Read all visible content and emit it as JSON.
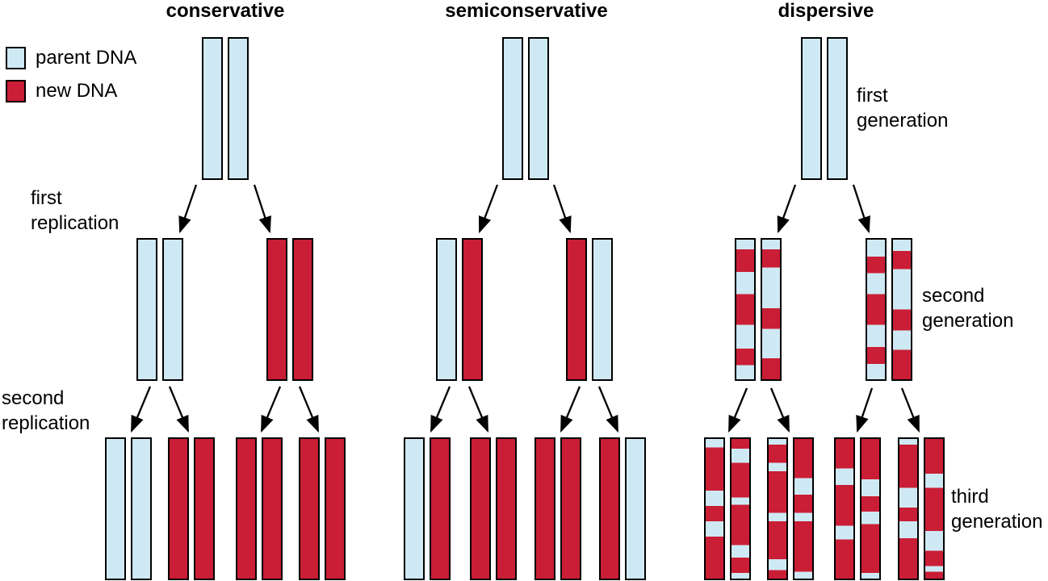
{
  "colors": {
    "parent": "#cfe9f4",
    "new": "#c91e35",
    "outline": "#000000",
    "background": "#ffffff",
    "text": "#000000"
  },
  "legend": {
    "items": [
      {
        "key": "parent",
        "label": "parent DNA"
      },
      {
        "key": "new",
        "label": "new DNA"
      }
    ]
  },
  "column_titles": [
    "conservative",
    "semiconservative",
    "dispersive"
  ],
  "labels": {
    "first_replication": "first\nreplication",
    "second_replication": "second\nreplication",
    "first_generation": "first\ngeneration",
    "second_generation": "second\ngeneration",
    "third_generation": "third\ngeneration"
  },
  "columns": [
    {
      "title": "conservative",
      "generations": [
        {
          "name": "first generation",
          "molecules": [
            {
              "strands": [
                [
                  {
                    "c": "parent",
                    "f": 1
                  }
                ],
                [
                  {
                    "c": "parent",
                    "f": 1
                  }
                ]
              ]
            }
          ]
        },
        {
          "name": "second generation",
          "molecules": [
            {
              "strands": [
                [
                  {
                    "c": "parent",
                    "f": 1
                  }
                ],
                [
                  {
                    "c": "parent",
                    "f": 1
                  }
                ]
              ]
            },
            {
              "strands": [
                [
                  {
                    "c": "new",
                    "f": 1
                  }
                ],
                [
                  {
                    "c": "new",
                    "f": 1
                  }
                ]
              ]
            }
          ]
        },
        {
          "name": "third generation",
          "molecules": [
            {
              "strands": [
                [
                  {
                    "c": "parent",
                    "f": 1
                  }
                ],
                [
                  {
                    "c": "parent",
                    "f": 1
                  }
                ]
              ]
            },
            {
              "strands": [
                [
                  {
                    "c": "new",
                    "f": 1
                  }
                ],
                [
                  {
                    "c": "new",
                    "f": 1
                  }
                ]
              ]
            },
            {
              "strands": [
                [
                  {
                    "c": "new",
                    "f": 1
                  }
                ],
                [
                  {
                    "c": "new",
                    "f": 1
                  }
                ]
              ]
            },
            {
              "strands": [
                [
                  {
                    "c": "new",
                    "f": 1
                  }
                ],
                [
                  {
                    "c": "new",
                    "f": 1
                  }
                ]
              ]
            }
          ]
        }
      ]
    },
    {
      "title": "semiconservative",
      "generations": [
        {
          "name": "first generation",
          "molecules": [
            {
              "strands": [
                [
                  {
                    "c": "parent",
                    "f": 1
                  }
                ],
                [
                  {
                    "c": "parent",
                    "f": 1
                  }
                ]
              ]
            }
          ]
        },
        {
          "name": "second generation",
          "molecules": [
            {
              "strands": [
                [
                  {
                    "c": "parent",
                    "f": 1
                  }
                ],
                [
                  {
                    "c": "new",
                    "f": 1
                  }
                ]
              ]
            },
            {
              "strands": [
                [
                  {
                    "c": "new",
                    "f": 1
                  }
                ],
                [
                  {
                    "c": "parent",
                    "f": 1
                  }
                ]
              ]
            }
          ]
        },
        {
          "name": "third generation",
          "molecules": [
            {
              "strands": [
                [
                  {
                    "c": "parent",
                    "f": 1
                  }
                ],
                [
                  {
                    "c": "new",
                    "f": 1
                  }
                ]
              ]
            },
            {
              "strands": [
                [
                  {
                    "c": "new",
                    "f": 1
                  }
                ],
                [
                  {
                    "c": "new",
                    "f": 1
                  }
                ]
              ]
            },
            {
              "strands": [
                [
                  {
                    "c": "new",
                    "f": 1
                  }
                ],
                [
                  {
                    "c": "new",
                    "f": 1
                  }
                ]
              ]
            },
            {
              "strands": [
                [
                  {
                    "c": "new",
                    "f": 1
                  }
                ],
                [
                  {
                    "c": "parent",
                    "f": 1
                  }
                ]
              ]
            }
          ]
        }
      ]
    },
    {
      "title": "dispersive",
      "generations": [
        {
          "name": "first generation",
          "molecules": [
            {
              "strands": [
                [
                  {
                    "c": "parent",
                    "f": 1
                  }
                ],
                [
                  {
                    "c": "parent",
                    "f": 1
                  }
                ]
              ]
            }
          ]
        },
        {
          "name": "second generation",
          "molecules": [
            {
              "strands": [
                [
                  {
                    "c": "parent",
                    "f": 0.07
                  },
                  {
                    "c": "new",
                    "f": 0.16
                  },
                  {
                    "c": "parent",
                    "f": 0.16
                  },
                  {
                    "c": "new",
                    "f": 0.22
                  },
                  {
                    "c": "parent",
                    "f": 0.17
                  },
                  {
                    "c": "new",
                    "f": 0.12
                  },
                  {
                    "c": "parent",
                    "f": 0.1
                  }
                ],
                [
                  {
                    "c": "parent",
                    "f": 0.07
                  },
                  {
                    "c": "new",
                    "f": 0.13
                  },
                  {
                    "c": "parent",
                    "f": 0.29
                  },
                  {
                    "c": "new",
                    "f": 0.15
                  },
                  {
                    "c": "parent",
                    "f": 0.21
                  },
                  {
                    "c": "new",
                    "f": 0.15
                  }
                ]
              ]
            },
            {
              "strands": [
                [
                  {
                    "c": "parent",
                    "f": 0.12
                  },
                  {
                    "c": "new",
                    "f": 0.12
                  },
                  {
                    "c": "parent",
                    "f": 0.15
                  },
                  {
                    "c": "new",
                    "f": 0.22
                  },
                  {
                    "c": "parent",
                    "f": 0.16
                  },
                  {
                    "c": "new",
                    "f": 0.12
                  },
                  {
                    "c": "parent",
                    "f": 0.11
                  }
                ],
                [
                  {
                    "c": "parent",
                    "f": 0.08
                  },
                  {
                    "c": "new",
                    "f": 0.13
                  },
                  {
                    "c": "parent",
                    "f": 0.29
                  },
                  {
                    "c": "new",
                    "f": 0.15
                  },
                  {
                    "c": "parent",
                    "f": 0.14
                  },
                  {
                    "c": "new",
                    "f": 0.21
                  }
                ]
              ]
            }
          ]
        },
        {
          "name": "third generation",
          "molecules": [
            {
              "strands": [
                [
                  {
                    "c": "parent",
                    "f": 0.06
                  },
                  {
                    "c": "new",
                    "f": 0.31
                  },
                  {
                    "c": "parent",
                    "f": 0.11
                  },
                  {
                    "c": "new",
                    "f": 0.11
                  },
                  {
                    "c": "parent",
                    "f": 0.11
                  },
                  {
                    "c": "new",
                    "f": 0.3
                  }
                ],
                [
                  {
                    "c": "new",
                    "f": 0.07
                  },
                  {
                    "c": "parent",
                    "f": 0.1
                  },
                  {
                    "c": "new",
                    "f": 0.25
                  },
                  {
                    "c": "parent",
                    "f": 0.05
                  },
                  {
                    "c": "new",
                    "f": 0.29
                  },
                  {
                    "c": "parent",
                    "f": 0.09
                  },
                  {
                    "c": "new",
                    "f": 0.11
                  },
                  {
                    "c": "parent",
                    "f": 0.04
                  }
                ]
              ]
            },
            {
              "strands": [
                [
                  {
                    "c": "parent",
                    "f": 0.04
                  },
                  {
                    "c": "new",
                    "f": 0.13
                  },
                  {
                    "c": "parent",
                    "f": 0.06
                  },
                  {
                    "c": "new",
                    "f": 0.3
                  },
                  {
                    "c": "parent",
                    "f": 0.06
                  },
                  {
                    "c": "new",
                    "f": 0.27
                  },
                  {
                    "c": "parent",
                    "f": 0.08
                  },
                  {
                    "c": "new",
                    "f": 0.06
                  }
                ],
                [
                  {
                    "c": "new",
                    "f": 0.28
                  },
                  {
                    "c": "parent",
                    "f": 0.12
                  },
                  {
                    "c": "new",
                    "f": 0.13
                  },
                  {
                    "c": "parent",
                    "f": 0.06
                  },
                  {
                    "c": "new",
                    "f": 0.36
                  },
                  {
                    "c": "parent",
                    "f": 0.05
                  }
                ]
              ]
            },
            {
              "strands": [
                [
                  {
                    "c": "new",
                    "f": 0.21
                  },
                  {
                    "c": "parent",
                    "f": 0.12
                  },
                  {
                    "c": "new",
                    "f": 0.29
                  },
                  {
                    "c": "parent",
                    "f": 0.1
                  },
                  {
                    "c": "new",
                    "f": 0.28
                  }
                ],
                [
                  {
                    "c": "new",
                    "f": 0.29
                  },
                  {
                    "c": "parent",
                    "f": 0.12
                  },
                  {
                    "c": "new",
                    "f": 0.11
                  },
                  {
                    "c": "parent",
                    "f": 0.09
                  },
                  {
                    "c": "new",
                    "f": 0.35
                  },
                  {
                    "c": "parent",
                    "f": 0.04
                  }
                ]
              ]
            },
            {
              "strands": [
                [
                  {
                    "c": "parent",
                    "f": 0.04
                  },
                  {
                    "c": "new",
                    "f": 0.31
                  },
                  {
                    "c": "parent",
                    "f": 0.14
                  },
                  {
                    "c": "new",
                    "f": 0.1
                  },
                  {
                    "c": "parent",
                    "f": 0.12
                  },
                  {
                    "c": "new",
                    "f": 0.29
                  }
                ],
                [
                  {
                    "c": "new",
                    "f": 0.25
                  },
                  {
                    "c": "parent",
                    "f": 0.1
                  },
                  {
                    "c": "new",
                    "f": 0.31
                  },
                  {
                    "c": "parent",
                    "f": 0.14
                  },
                  {
                    "c": "new",
                    "f": 0.11
                  },
                  {
                    "c": "parent",
                    "f": 0.04
                  },
                  {
                    "c": "new",
                    "f": 0.05
                  }
                ]
              ]
            }
          ]
        }
      ]
    }
  ]
}
